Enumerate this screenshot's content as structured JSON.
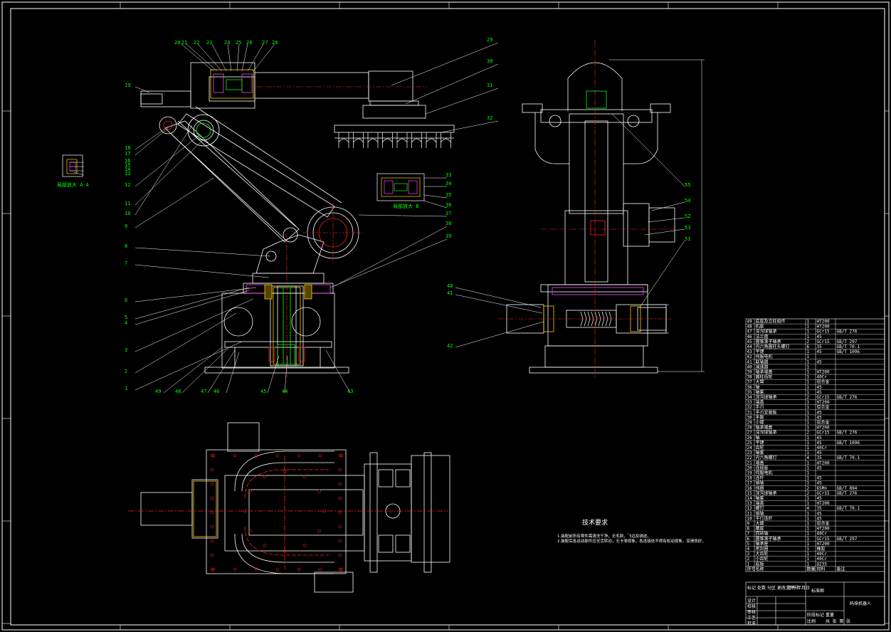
{
  "palette": {
    "background": "#000000",
    "outline": "#ffffff",
    "balloon": "#00ff00",
    "center": "#ff2020",
    "hatch": "#ffd000",
    "magenta": "#ff40ff",
    "cyan": "#00e0ff"
  },
  "front_view_balloons": [
    "20",
    "21",
    "22",
    "23",
    "24",
    "25",
    "26",
    "27",
    "28",
    "19",
    "18",
    "17",
    "16",
    "15",
    "14",
    "13",
    "12",
    "11",
    "10",
    "9",
    "8",
    "7",
    "6",
    "5",
    "4",
    "3",
    "2",
    "1",
    "49",
    "48",
    "47",
    "46",
    "45",
    "44",
    "43"
  ],
  "upper_arm_balloons": [
    "29",
    "30",
    "31",
    "32"
  ],
  "detail_balloons": [
    "33",
    "34",
    "35",
    "36",
    "37",
    "38",
    "39"
  ],
  "side_view_balloons": [
    "55",
    "54",
    "52",
    "53",
    "51",
    "40",
    "41",
    "42"
  ],
  "detail_a_label": "局部放大 A-A",
  "detail_b_label": "局部放大 B",
  "tech_requirements": {
    "title": "技术要求",
    "lines": [
      "1.装配前所有零件需清洗干净，无毛刺，飞边及锈迹。",
      "2.装配后各运动部件应灵活转动，无卡滞现象，各连接处不得有松动现象，润滑良好。"
    ]
  },
  "title_block": {
    "drawing_name": "码垛机器人",
    "scale_box": "标准图",
    "header": [
      "序号",
      "名称",
      "数量",
      "材料",
      "备注"
    ],
    "rows": [
      [
        "49",
        "底座及立柱组件",
        "1",
        "HT200",
        ""
      ],
      [
        "48",
        "机座",
        "1",
        "HT200",
        ""
      ],
      [
        "47",
        "深沟球轴承",
        "1",
        "GCr15",
        "GB/T 276"
      ],
      [
        "46",
        "法兰盘",
        "1",
        "45",
        ""
      ],
      [
        "45",
        "圆锥滚子轴承",
        "2",
        "GCr15",
        "GB/T 297"
      ],
      [
        "44",
        "内六角圆柱头螺钉",
        "6",
        "35",
        "GB/T 70.1"
      ],
      [
        "43",
        "平键",
        "1",
        "45",
        "GB/T 1096"
      ],
      [
        "42",
        "伺服电机",
        "1",
        "",
        ""
      ],
      [
        "41",
        "联轴器",
        "1",
        "45",
        ""
      ],
      [
        "40",
        "减速器",
        "1",
        "",
        ""
      ],
      [
        "39",
        "轴承端盖",
        "1",
        "HT200",
        ""
      ],
      [
        "38",
        "圆柱齿轮",
        "1",
        "40Cr",
        ""
      ],
      [
        "37",
        "大臂",
        "1",
        "铝合金",
        ""
      ],
      [
        "36",
        "轴",
        "1",
        "45",
        ""
      ],
      [
        "35",
        "轴套",
        "1",
        "45",
        ""
      ],
      [
        "34",
        "深沟球轴承",
        "2",
        "GCr15",
        "GB/T 276"
      ],
      [
        "33",
        "端盖",
        "1",
        "HT200",
        ""
      ],
      [
        "32",
        "手爪",
        "1",
        "铝合金",
        ""
      ],
      [
        "31",
        "手爪安装板",
        "1",
        "45",
        ""
      ],
      [
        "30",
        "手腕",
        "1",
        "45",
        ""
      ],
      [
        "29",
        "小臂",
        "1",
        "铝合金",
        ""
      ],
      [
        "28",
        "轴承端盖",
        "1",
        "HT200",
        ""
      ],
      [
        "27",
        "深沟球轴承",
        "2",
        "GCr15",
        "GB/T 276"
      ],
      [
        "26",
        "轴",
        "1",
        "45",
        ""
      ],
      [
        "25",
        "平键",
        "1",
        "45",
        "GB/T 1096"
      ],
      [
        "24",
        "齿轮",
        "1",
        "40Cr",
        ""
      ],
      [
        "23",
        "轴套",
        "1",
        "45",
        ""
      ],
      [
        "22",
        "内六角螺钉",
        "4",
        "35",
        "GB/T 70.1"
      ],
      [
        "21",
        "端盖",
        "1",
        "HT200",
        ""
      ],
      [
        "20",
        "连接座",
        "1",
        "45",
        ""
      ],
      [
        "19",
        "伺服电机",
        "1",
        "",
        ""
      ],
      [
        "18",
        "连杆",
        "1",
        "45",
        ""
      ],
      [
        "17",
        "销轴",
        "1",
        "45",
        ""
      ],
      [
        "16",
        "挡圈",
        "2",
        "65Mn",
        "GB/T 894"
      ],
      [
        "15",
        "深沟球轴承",
        "2",
        "GCr15",
        "GB/T 276"
      ],
      [
        "14",
        "轴套",
        "1",
        "45",
        ""
      ],
      [
        "13",
        "端盖",
        "1",
        "HT200",
        ""
      ],
      [
        "12",
        "螺钉",
        "4",
        "35",
        "GB/T 70.1"
      ],
      [
        "11",
        "销轴",
        "1",
        "45",
        ""
      ],
      [
        "10",
        "平行连杆",
        "1",
        "45",
        ""
      ],
      [
        "9",
        "大臂",
        "1",
        "铝合金",
        ""
      ],
      [
        "8",
        "腰座",
        "1",
        "HT200",
        ""
      ],
      [
        "7",
        "回转轴",
        "1",
        "40Cr",
        ""
      ],
      [
        "6",
        "圆锥滚子轴承",
        "1",
        "GCr15",
        "GB/T 297"
      ],
      [
        "5",
        "轴承座",
        "1",
        "HT200",
        ""
      ],
      [
        "4",
        "密封圈",
        "1",
        "橡胶",
        ""
      ],
      [
        "3",
        "大齿轮",
        "1",
        "40Cr",
        ""
      ],
      [
        "2",
        "小齿轮",
        "1",
        "40Cr",
        ""
      ],
      [
        "1",
        "底板",
        "1",
        "Q235",
        ""
      ]
    ],
    "sign_rows": [
      "设计",
      "校核",
      "审核",
      "工艺",
      "批准"
    ],
    "sign_cols": [
      "标记",
      "处数",
      "分区",
      "更改文件号",
      "签名",
      "年月日"
    ],
    "footer_text": [
      "阶段标记",
      "重量",
      "比例",
      "共 张 第 张"
    ]
  }
}
